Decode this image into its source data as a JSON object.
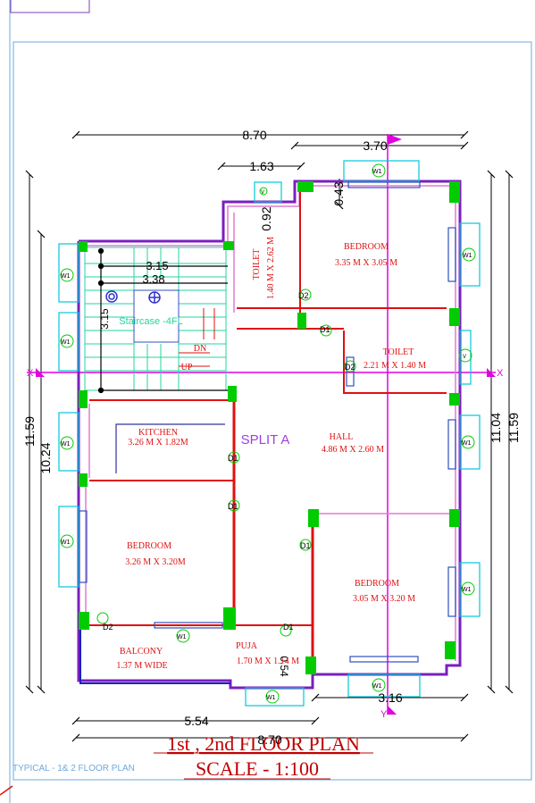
{
  "title": {
    "line1": "1st , 2nd  FLOOR PLAN",
    "line2": "SCALE - 1:100",
    "overlay_dim": "8.70"
  },
  "sheet_label": "TYPICAL - 1& 2 FLOOR PLAN",
  "unit_label": "SPLIT A",
  "dimensions": {
    "overall_width": "8.70",
    "top_right_width": "3.70",
    "top_left_offset": "1.63",
    "top_vertical": "0.43",
    "toilet_gap": "0.92",
    "left_overall": "11.59",
    "left_inner": "10.24",
    "right_inner": "11.04",
    "right_overall": "11.59",
    "bottom_left": "5.54",
    "bottom_right": "3.16",
    "stair_width_1": "3.15",
    "stair_width_2": "3.38",
    "stair_height": "3.15",
    "puja_vertical": "0.54"
  },
  "rooms": {
    "bedroom_ne": {
      "name": "BEDROOM",
      "size": "3.35 M X 3.05 M"
    },
    "toilet_n": {
      "name": "TOILET",
      "size": "1.40 M X 2.62 M"
    },
    "toilet_e": {
      "name": "TOILET",
      "size": "2.21 M X 1.40 M"
    },
    "staircase": {
      "name": "Staircase -4FL",
      "dn": "DN",
      "up": "UP"
    },
    "kitchen": {
      "name": "KITCHEN",
      "size": "3.26 M X 1.82M"
    },
    "hall": {
      "name": "HALL",
      "size": "4.86 M X 2.60 M"
    },
    "bedroom_w": {
      "name": "BEDROOM",
      "size": "3.26 M  X 3.20M"
    },
    "bedroom_se": {
      "name": "BEDROOM",
      "size": "3.05 M  X 3.20 M"
    },
    "balcony": {
      "name": "BALCONY",
      "size": "1.37 M WIDE"
    },
    "puja": {
      "name": "PUJA",
      "size": "1.70 M X 1.14 M"
    }
  },
  "tags": {
    "window": "W1",
    "door1": "D1",
    "door2": "D2",
    "ventilator": "V"
  },
  "axes": {
    "x": "X",
    "y": "Y"
  },
  "colors": {
    "wall_outer": "#7a1fbf",
    "wall_red": "#e01010",
    "wall_pink": "#e07ad0",
    "window_cyan": "#00c8d8",
    "column_green": "#00cc00",
    "stair_green": "#22d4a0",
    "dim_black": "#000000",
    "axis_magenta": "#e000e0",
    "title_red": "#c00000",
    "frame_blue": "#6fa8dc",
    "sheet_label": "#6fa8dc",
    "blue_marker": "#3030d0"
  }
}
